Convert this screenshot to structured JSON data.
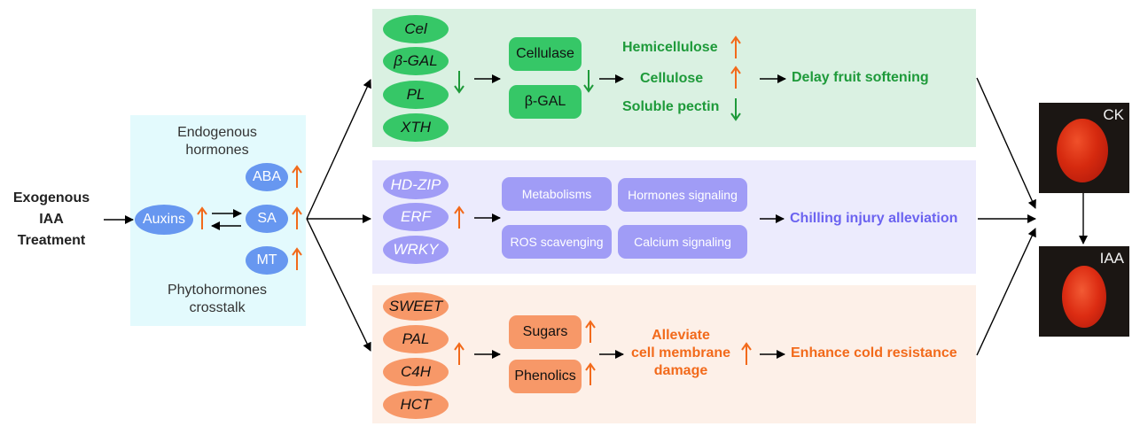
{
  "treatment": {
    "lines": [
      "Exogenous",
      "IAA",
      "Treatment"
    ]
  },
  "hormones_panel": {
    "title_top": [
      "Endogenous",
      "hormones"
    ],
    "title_bottom": [
      "Phytohormones",
      "crosstalk"
    ],
    "auxins": {
      "label": "Auxins",
      "change": "up"
    },
    "items": [
      {
        "label": "ABA",
        "change": "up"
      },
      {
        "label": "SA",
        "change": "up"
      },
      {
        "label": "MT",
        "change": "up"
      }
    ]
  },
  "softening_pathway": {
    "genes": [
      "Cel",
      "β-GAL",
      "PL",
      "XTH"
    ],
    "genes_change": "down",
    "enzymes": [
      "Cellulase",
      "β-GAL"
    ],
    "enzymes_change": "down",
    "components": [
      {
        "label": "Hemicellulose",
        "change": "up"
      },
      {
        "label": "Cellulose",
        "change": "up"
      },
      {
        "label": "Soluble pectin",
        "change": "down"
      }
    ],
    "outcome": "Delay fruit softening"
  },
  "chilling_pathway": {
    "genes": [
      "HD-ZIP",
      "ERF",
      "WRKY"
    ],
    "genes_change": "up",
    "processes": [
      "Metabolisms",
      "Hormones signaling",
      "ROS scavenging",
      "Calcium signaling"
    ],
    "outcome": "Chilling injury alleviation"
  },
  "cold_pathway": {
    "genes": [
      "SWEET",
      "PAL",
      "C4H",
      "HCT"
    ],
    "genes_change": "up",
    "metabolites": [
      {
        "label": "Sugars",
        "change": "up"
      },
      {
        "label": "Phenolics",
        "change": "up"
      }
    ],
    "membrane": [
      "Alleviate",
      "cell membrane",
      "damage"
    ],
    "membrane_change": "up",
    "outcome": "Enhance cold resistance"
  },
  "photos": {
    "control_label": "CK",
    "treated_label": "IAA"
  },
  "colors": {
    "up_arrow": "#f26a1b",
    "down_arrow": "#1e9a3a",
    "green_text": "#1e9a3a",
    "purple_text": "#6b63f0",
    "orange_text": "#f26a1b",
    "green_panel": "#daf1e2",
    "purple_panel": "#ecebfd",
    "orange_panel": "#fdf0e8",
    "cyan_panel": "#e3fafd",
    "blue_ellipse": "#6797f0",
    "green_ellipse": "#36c767",
    "purple_ellipse": "#a09cf6",
    "orange_ellipse": "#f79868"
  }
}
